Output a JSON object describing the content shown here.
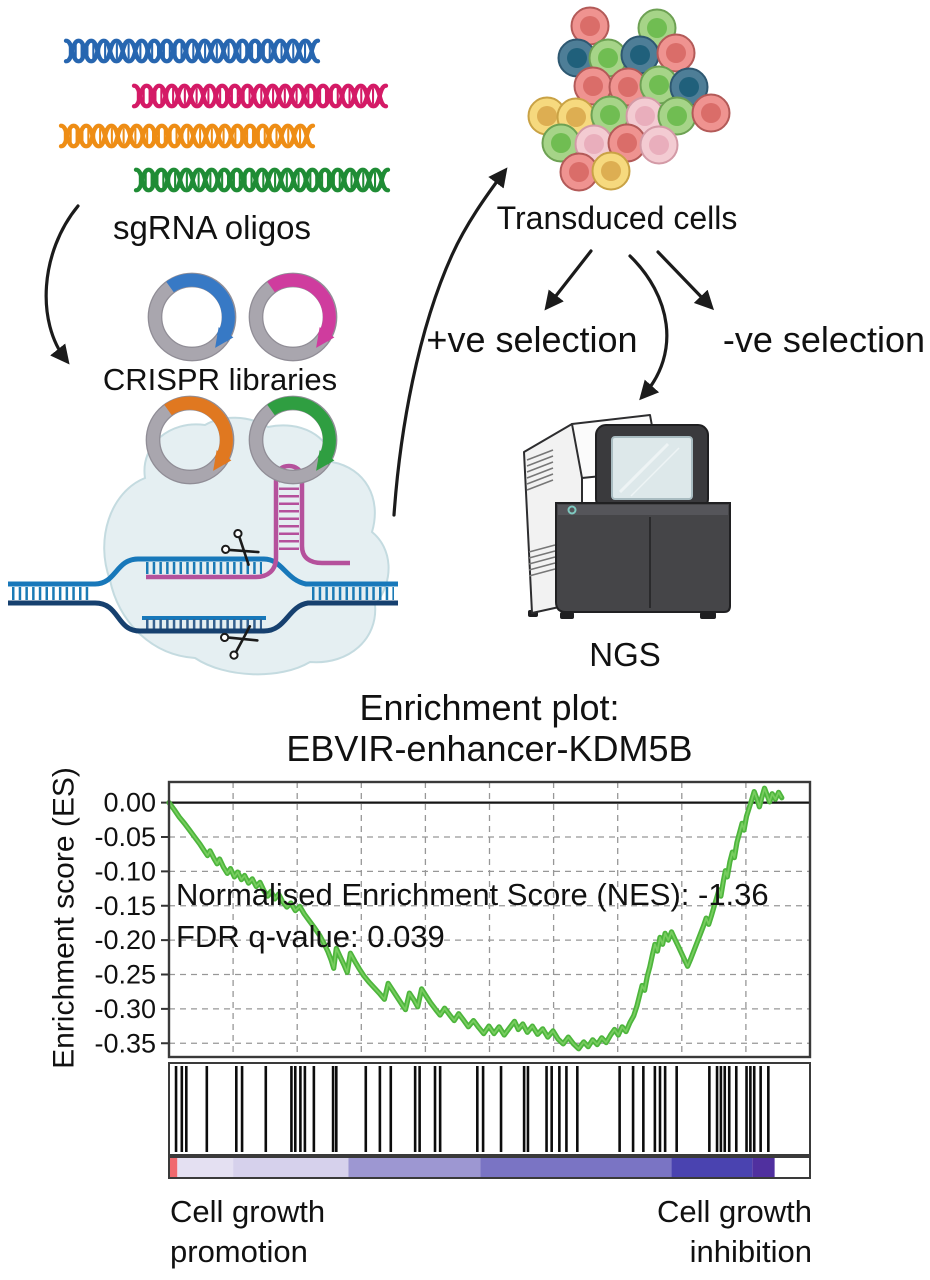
{
  "figure": {
    "labels": {
      "sgrna": "sgRNA oligos",
      "crispr": "CRISPR libraries",
      "transduced": "Transduced cells",
      "positive_selection": "+ve selection",
      "negative_selection": "-ve selection",
      "ngs": "NGS"
    },
    "icon_names": [
      "dna-helix-icon",
      "plasmid-icon",
      "cas9-complex-icon",
      "sgrna-hairpin-icon",
      "scissors-icon",
      "cells-cluster-icon",
      "ngs-sequencer-icon",
      "curved-arrow-icon"
    ],
    "palette": {
      "oligo_blue": "#2766b0",
      "oligo_pink": "#d41a66",
      "oligo_orange": "#ee8d15",
      "oligo_green": "#1f8c35",
      "insert_blue": "#3779c5",
      "insert_magenta": "#cf3c9e",
      "insert_orange": "#e07820",
      "insert_green": "#2f9e41",
      "plasmid_ring": "#a9a6ae",
      "cell_red": "#ef9390",
      "cell_green": "#a6d488",
      "cell_blue": "#4e7e97",
      "cell_yellow": "#f6d97e",
      "cell_pink": "#f3cbd2",
      "grna_magenta": "#b5519c",
      "dna_light_blue": "#1878ba",
      "dna_dark_blue": "#16406f",
      "cas9_blob": "#e3eef1"
    }
  },
  "chart_data": {
    "type": "line",
    "title_lines": [
      "Enrichment plot:",
      "EBVIR-enhancer-KDM5B"
    ],
    "ylabel": "Enrichment score (ES)",
    "xlabel": "",
    "ylim": [
      0.03,
      -0.37
    ],
    "grid": true,
    "legend": "none",
    "series": [
      {
        "name": "Enrichment score (ES)",
        "color": "#4db53c"
      }
    ],
    "annotations": {
      "nes_label": "Normalised Enrichment Score (NES): -1.36",
      "fdr_label": "FDR q-value: 0.039",
      "nes_value": -1.36,
      "fdr_q_value": 0.039
    },
    "yticks": [
      {
        "value": 0.0,
        "label": "0.00"
      },
      {
        "value": -0.05,
        "label": "-0.05"
      },
      {
        "value": -0.1,
        "label": "-0.10"
      },
      {
        "value": -0.15,
        "label": "-0.15"
      },
      {
        "value": -0.2,
        "label": "-0.20"
      },
      {
        "value": -0.25,
        "label": "-0.25"
      },
      {
        "value": -0.3,
        "label": "-0.30"
      },
      {
        "value": -0.35,
        "label": "-0.35"
      }
    ],
    "es_curve": [
      [
        0.0,
        0.0
      ],
      [
        0.008,
        -0.01
      ],
      [
        0.016,
        -0.021
      ],
      [
        0.024,
        -0.03
      ],
      [
        0.032,
        -0.04
      ],
      [
        0.04,
        -0.05
      ],
      [
        0.048,
        -0.06
      ],
      [
        0.055,
        -0.07
      ],
      [
        0.06,
        -0.077
      ],
      [
        0.064,
        -0.07
      ],
      [
        0.07,
        -0.081
      ],
      [
        0.075,
        -0.089
      ],
      [
        0.079,
        -0.082
      ],
      [
        0.085,
        -0.094
      ],
      [
        0.091,
        -0.103
      ],
      [
        0.096,
        -0.096
      ],
      [
        0.102,
        -0.108
      ],
      [
        0.107,
        -0.101
      ],
      [
        0.113,
        -0.112
      ],
      [
        0.118,
        -0.106
      ],
      [
        0.124,
        -0.117
      ],
      [
        0.13,
        -0.111
      ],
      [
        0.136,
        -0.122
      ],
      [
        0.142,
        -0.116
      ],
      [
        0.148,
        -0.128
      ],
      [
        0.154,
        -0.136
      ],
      [
        0.159,
        -0.129
      ],
      [
        0.165,
        -0.14
      ],
      [
        0.171,
        -0.133
      ],
      [
        0.177,
        -0.144
      ],
      [
        0.184,
        -0.152
      ],
      [
        0.19,
        -0.146
      ],
      [
        0.197,
        -0.157
      ],
      [
        0.204,
        -0.151
      ],
      [
        0.211,
        -0.162
      ],
      [
        0.219,
        -0.172
      ],
      [
        0.227,
        -0.182
      ],
      [
        0.235,
        -0.193
      ],
      [
        0.242,
        -0.205
      ],
      [
        0.248,
        -0.217
      ],
      [
        0.253,
        -0.229
      ],
      [
        0.257,
        -0.241
      ],
      [
        0.261,
        -0.212
      ],
      [
        0.267,
        -0.224
      ],
      [
        0.273,
        -0.236
      ],
      [
        0.278,
        -0.247
      ],
      [
        0.283,
        -0.219
      ],
      [
        0.29,
        -0.231
      ],
      [
        0.297,
        -0.242
      ],
      [
        0.304,
        -0.252
      ],
      [
        0.312,
        -0.261
      ],
      [
        0.32,
        -0.269
      ],
      [
        0.328,
        -0.277
      ],
      [
        0.336,
        -0.286
      ],
      [
        0.342,
        -0.263
      ],
      [
        0.349,
        -0.273
      ],
      [
        0.356,
        -0.283
      ],
      [
        0.363,
        -0.293
      ],
      [
        0.369,
        -0.301
      ],
      [
        0.375,
        -0.277
      ],
      [
        0.382,
        -0.287
      ],
      [
        0.388,
        -0.297
      ],
      [
        0.394,
        -0.271
      ],
      [
        0.401,
        -0.281
      ],
      [
        0.408,
        -0.291
      ],
      [
        0.416,
        -0.301
      ],
      [
        0.423,
        -0.309
      ],
      [
        0.43,
        -0.299
      ],
      [
        0.438,
        -0.309
      ],
      [
        0.445,
        -0.317
      ],
      [
        0.452,
        -0.307
      ],
      [
        0.46,
        -0.317
      ],
      [
        0.467,
        -0.326
      ],
      [
        0.475,
        -0.317
      ],
      [
        0.483,
        -0.327
      ],
      [
        0.491,
        -0.336
      ],
      [
        0.499,
        -0.325
      ],
      [
        0.507,
        -0.336
      ],
      [
        0.515,
        -0.326
      ],
      [
        0.523,
        -0.338
      ],
      [
        0.531,
        -0.328
      ],
      [
        0.539,
        -0.318
      ],
      [
        0.545,
        -0.33
      ],
      [
        0.552,
        -0.322
      ],
      [
        0.559,
        -0.334
      ],
      [
        0.567,
        -0.325
      ],
      [
        0.575,
        -0.337
      ],
      [
        0.583,
        -0.329
      ],
      [
        0.591,
        -0.341
      ],
      [
        0.599,
        -0.332
      ],
      [
        0.607,
        -0.344
      ],
      [
        0.615,
        -0.351
      ],
      [
        0.623,
        -0.341
      ],
      [
        0.631,
        -0.351
      ],
      [
        0.639,
        -0.358
      ],
      [
        0.647,
        -0.348
      ],
      [
        0.654,
        -0.355
      ],
      [
        0.661,
        -0.345
      ],
      [
        0.668,
        -0.352
      ],
      [
        0.675,
        -0.342
      ],
      [
        0.682,
        -0.349
      ],
      [
        0.689,
        -0.338
      ],
      [
        0.695,
        -0.33
      ],
      [
        0.701,
        -0.338
      ],
      [
        0.707,
        -0.326
      ],
      [
        0.713,
        -0.333
      ],
      [
        0.719,
        -0.32
      ],
      [
        0.725,
        -0.31
      ],
      [
        0.73,
        -0.296
      ],
      [
        0.734,
        -0.281
      ],
      [
        0.738,
        -0.266
      ],
      [
        0.742,
        -0.273
      ],
      [
        0.746,
        -0.253
      ],
      [
        0.75,
        -0.239
      ],
      [
        0.754,
        -0.222
      ],
      [
        0.758,
        -0.206
      ],
      [
        0.762,
        -0.216
      ],
      [
        0.766,
        -0.196
      ],
      [
        0.77,
        -0.206
      ],
      [
        0.774,
        -0.19
      ],
      [
        0.779,
        -0.2
      ],
      [
        0.784,
        -0.188
      ],
      [
        0.789,
        -0.198
      ],
      [
        0.794,
        -0.208
      ],
      [
        0.799,
        -0.218
      ],
      [
        0.804,
        -0.228
      ],
      [
        0.809,
        -0.238
      ],
      [
        0.814,
        -0.227
      ],
      [
        0.819,
        -0.215
      ],
      [
        0.824,
        -0.203
      ],
      [
        0.829,
        -0.191
      ],
      [
        0.834,
        -0.179
      ],
      [
        0.838,
        -0.168
      ],
      [
        0.842,
        -0.177
      ],
      [
        0.846,
        -0.165
      ],
      [
        0.85,
        -0.152
      ],
      [
        0.854,
        -0.14
      ],
      [
        0.858,
        -0.127
      ],
      [
        0.861,
        -0.136
      ],
      [
        0.865,
        -0.113
      ],
      [
        0.868,
        -0.099
      ],
      [
        0.871,
        -0.108
      ],
      [
        0.875,
        -0.086
      ],
      [
        0.879,
        -0.072
      ],
      [
        0.882,
        -0.08
      ],
      [
        0.886,
        -0.058
      ],
      [
        0.89,
        -0.044
      ],
      [
        0.894,
        -0.03
      ],
      [
        0.897,
        -0.04
      ],
      [
        0.901,
        -0.02
      ],
      [
        0.905,
        -0.008
      ],
      [
        0.909,
        0.004
      ],
      [
        0.913,
        0.016
      ],
      [
        0.917,
        0.006
      ],
      [
        0.921,
        -0.006
      ],
      [
        0.925,
        0.008
      ],
      [
        0.929,
        0.021
      ],
      [
        0.933,
        0.011
      ],
      [
        0.937,
        0.001
      ],
      [
        0.941,
        0.013
      ],
      [
        0.946,
        0.005
      ],
      [
        0.951,
        0.015
      ],
      [
        0.956,
        0.007
      ]
    ],
    "hit_positions": [
      0.011,
      0.02,
      0.027,
      0.059,
      0.105,
      0.114,
      0.151,
      0.191,
      0.197,
      0.205,
      0.212,
      0.226,
      0.256,
      0.261,
      0.307,
      0.329,
      0.346,
      0.384,
      0.391,
      0.415,
      0.423,
      0.481,
      0.49,
      0.518,
      0.554,
      0.56,
      0.589,
      0.597,
      0.609,
      0.62,
      0.637,
      0.703,
      0.724,
      0.74,
      0.758,
      0.766,
      0.774,
      0.792,
      0.843,
      0.855,
      0.861,
      0.867,
      0.874,
      0.885,
      0.901,
      0.907,
      0.913,
      0.923,
      0.935
    ],
    "gradient_segments": [
      {
        "from": 0.0,
        "to": 0.013,
        "color": "#f0696e"
      },
      {
        "from": 0.013,
        "to": 0.1,
        "color": "#e4e0f2"
      },
      {
        "from": 0.1,
        "to": 0.28,
        "color": "#d6d1ec"
      },
      {
        "from": 0.28,
        "to": 0.486,
        "color": "#9d97d2"
      },
      {
        "from": 0.486,
        "to": 0.784,
        "color": "#7a74c4"
      },
      {
        "from": 0.784,
        "to": 0.91,
        "color": "#4a43b0"
      },
      {
        "from": 0.91,
        "to": 0.945,
        "color": "#50309f"
      },
      {
        "from": 0.945,
        "to": 1.0,
        "color": "#ffffff"
      }
    ],
    "x_axis_labels": {
      "left_line1": "Cell growth",
      "left_line2": "promotion",
      "right_line1": "Cell growth",
      "right_line2": "inhibition"
    }
  }
}
